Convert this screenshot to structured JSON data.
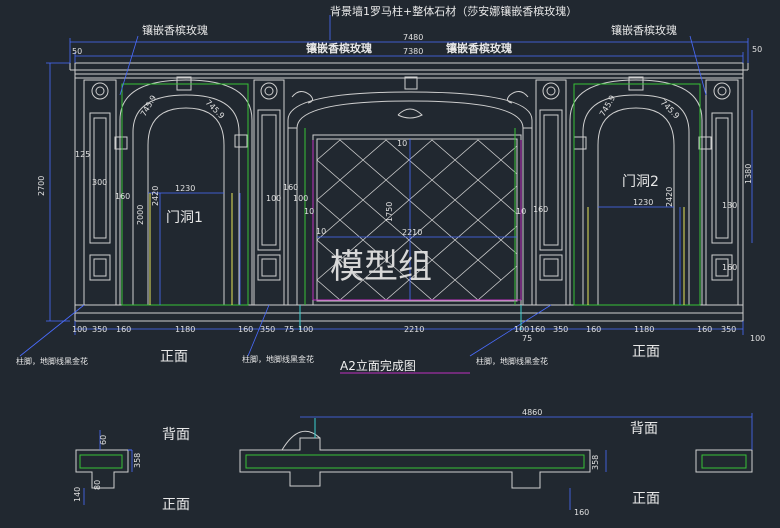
{
  "labels": {
    "top_note": "背景墙1罗马柱+整体石材（莎安娜镶嵌香槟玫瑰）",
    "inlay_left": "镶嵌香槟玫瑰",
    "inlay_right": "镶嵌香槟玫瑰",
    "inlay_center_left": "镶嵌香槟玫瑰",
    "inlay_center_right": "镶嵌香槟玫瑰",
    "door1": "门洞1",
    "door2": "门洞2",
    "watermark": "模型组",
    "front_1": "正面",
    "front_2": "正面",
    "front_3": "正面",
    "front_4": "正面",
    "back_1": "背面",
    "back_2": "背面",
    "pillar_note_1": "柱脚，地脚线黑金花",
    "pillar_note_2": "柱脚，地脚线黑金花",
    "pillar_note_3": "柱脚，地脚线黑金花",
    "drawing_title": "A2立面完成图"
  },
  "dimensions": {
    "total_width": "7480",
    "inner_width": "7380",
    "end_left": "50",
    "end_right": "50",
    "height": "2700",
    "top_125": "125",
    "arch_left_a": "745.9",
    "arch_left_b": "745.9",
    "arch_right_a": "745.9",
    "arch_right_b": "745.9",
    "w_300": "300",
    "w_1230_left": "1230",
    "w_1230_right": "1230",
    "h_2420_left": "2420",
    "h_2420_right": "2420",
    "h_2000": "2000",
    "w_160_a": "160",
    "w_160_b": "160",
    "w_160_c": "160",
    "w_100_a": "100",
    "w_100_b": "100",
    "d_10_top": "10",
    "d_10_left": "10",
    "d_10_right": "10",
    "d_10_side": "10",
    "h_1750": "1750",
    "w_2210_mid": "2210",
    "h_1380": "1380",
    "w_130": "130",
    "w_160_r": "160",
    "bottom": [
      "100",
      "350",
      "160",
      "1180",
      "160",
      "350",
      "75",
      "100",
      "2210",
      "100",
      "75",
      "160",
      "350",
      "160",
      "1180",
      "160",
      "350",
      "100"
    ],
    "section_4860": "4860",
    "section_358_a": "358",
    "section_358_b": "358",
    "section_60": "60",
    "section_140": "140",
    "section_80": "80",
    "section_160": "160"
  },
  "colors": {
    "background": "#212830",
    "line": "#d4d4d4",
    "dimension": "#4a6cff",
    "green": "#36c236",
    "magenta": "#c030c0",
    "yellow": "#e6e65a",
    "cyan": "#3ad0d0"
  }
}
